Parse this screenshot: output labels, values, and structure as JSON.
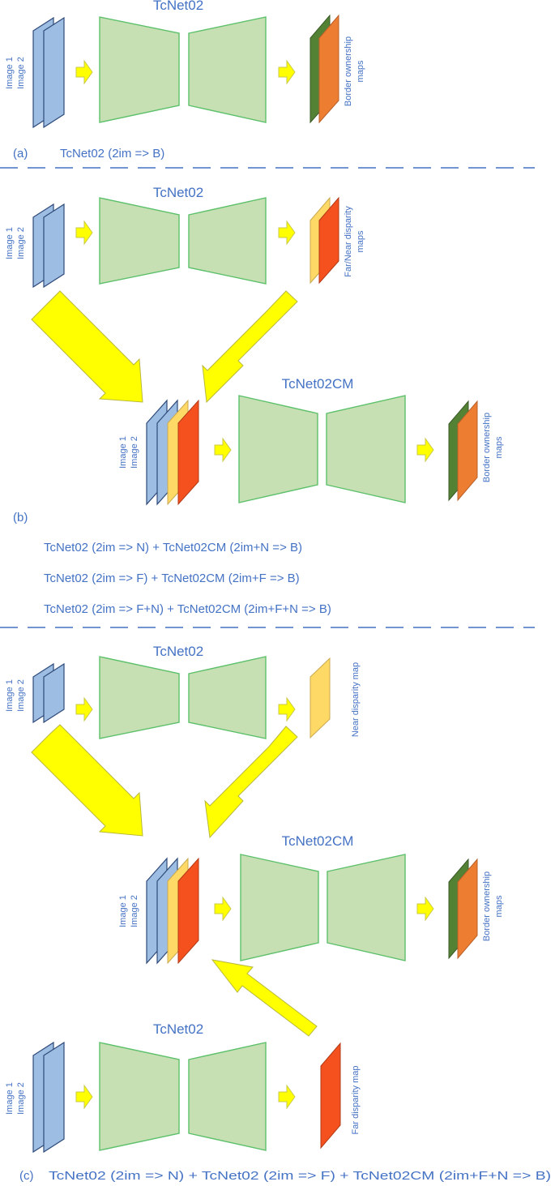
{
  "colors": {
    "text": "#4472c4",
    "image_frame": "#9dbde3",
    "network": "#c6e0b4",
    "network_border": "#5cc06a",
    "arrow": "#ffff00",
    "border_ownership_dark": "#548235",
    "border_ownership_orange": "#ed7d31",
    "near_disparity": "#ffd966",
    "far_disparity": "#f4511e"
  },
  "labels": {
    "image1": "Image 1",
    "image2": "Image 2",
    "tcnet02": "TcNet02",
    "tcnet02cm": "TcNet02CM",
    "border_ownership": "Border ownership",
    "maps": "maps",
    "far_near_disparity": "Far/Near disparity",
    "near_disparity_map": "Near disparity map",
    "far_disparity_map": "Far disparity map"
  },
  "panel_a": {
    "letter": "(a)",
    "caption": "TcNet02 (2im => B)"
  },
  "panel_b": {
    "letter": "(b)",
    "captions": [
      "TcNet02 (2im => N)  + TcNet02CM (2im+N => B)",
      "TcNet02 (2im => F)  + TcNet02CM (2im+F => B)",
      "TcNet02 (2im => F+N)  + TcNet02CM (2im+F+N => B)"
    ]
  },
  "panel_c": {
    "letter": "(c)",
    "caption": "TcNet02 (2im => N)  + TcNet02 (2im => F) + TcNet02CM (2im+F+N => B)"
  }
}
